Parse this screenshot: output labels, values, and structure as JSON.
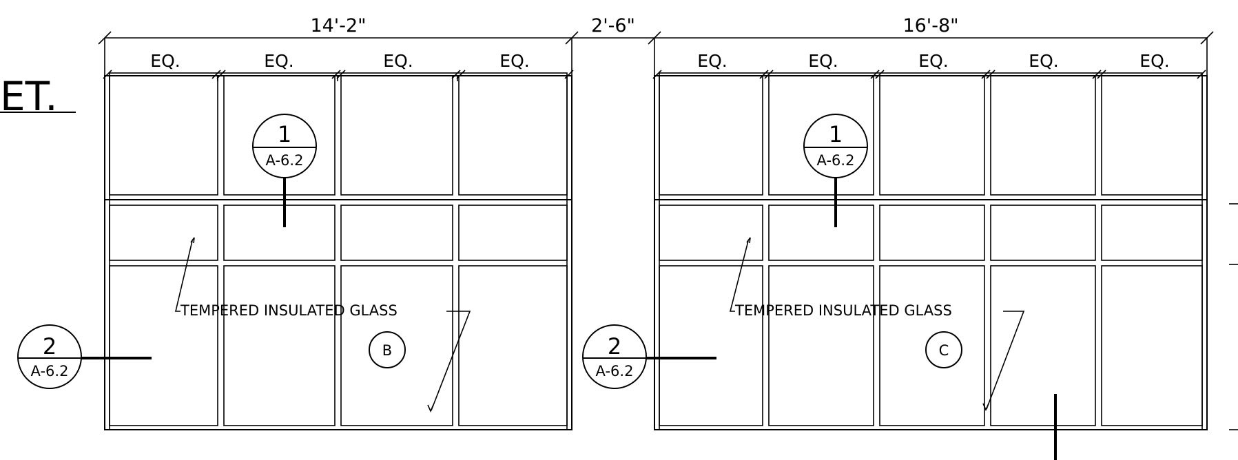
{
  "title_fragment": "ET.",
  "elevations": [
    {
      "overall_width": "14'-2\"",
      "eq_labels": [
        "EQ.",
        "EQ.",
        "EQ.",
        "EQ."
      ],
      "note": "TEMPERED  INSULATED GLASS",
      "window_tag": "B",
      "detail_callout": {
        "number": "1",
        "sheet": "A-6.2"
      },
      "section_callout": {
        "number": "2",
        "sheet": "A-6.2"
      }
    },
    {
      "overall_width": "16'-8\"",
      "eq_labels": [
        "EQ.",
        "EQ.",
        "EQ.",
        "EQ.",
        "EQ."
      ],
      "note": "TEMPERED  INSULATED GLASS",
      "window_tag": "C",
      "detail_callout": {
        "number": "1",
        "sheet": "A-6.2"
      },
      "section_callout": {
        "number": "2",
        "sheet": "A-6.2"
      }
    }
  ],
  "gap_dimension": "2'-6\""
}
